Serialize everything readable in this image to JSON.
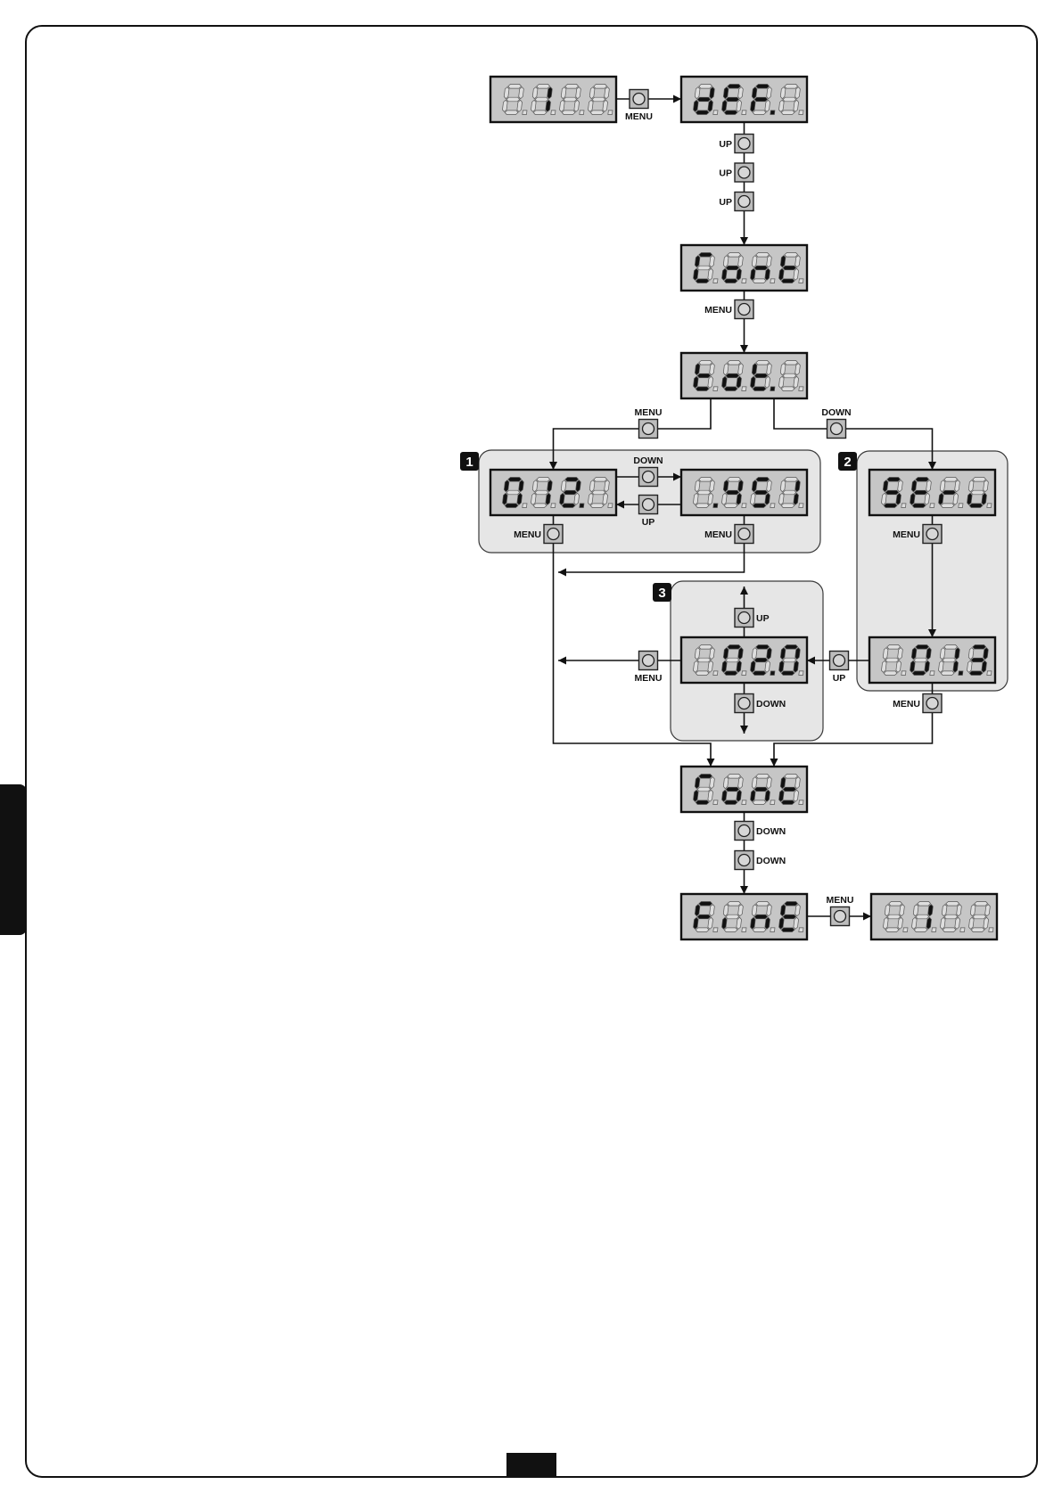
{
  "labels": {
    "menu": "MENU",
    "up": "UP",
    "down": "DOWN"
  },
  "displays": {
    "idle": {
      "text": " 1  "
    },
    "def": {
      "text": "dEF."
    },
    "cont_1": {
      "text": "Cont"
    },
    "tot": {
      "text": "tot."
    },
    "total_high": {
      "text": "012."
    },
    "total_low": {
      "text": ".451"
    },
    "serv": {
      "text": "SEru"
    },
    "serv_value": {
      "text": " 01.3"
    },
    "serv_program": {
      "text": " 02.0"
    },
    "cont_2": {
      "text": "Cont"
    },
    "fine": {
      "text": "FinE"
    },
    "end": {
      "text": " 1  "
    }
  },
  "panels": [
    {
      "badge": "1"
    },
    {
      "badge": "2"
    },
    {
      "badge": "3"
    }
  ],
  "colors": {
    "segment_on": "#111111",
    "segment_off": "#dedede",
    "display_bg": "#c6c6c6",
    "panel_bg": "#e6e6e6",
    "button_bg": "#bcbcbc"
  }
}
